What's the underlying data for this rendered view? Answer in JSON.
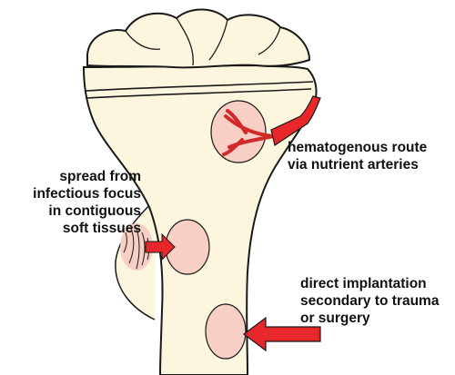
{
  "labels": {
    "hematogenous": [
      "hematogenous route",
      "via nutrient arteries"
    ],
    "contiguous": [
      "spread from",
      "infectious focus",
      "in contiguous",
      "soft tissues"
    ],
    "direct": [
      "direct implantation",
      "secondary to trauma",
      "or surgery"
    ]
  },
  "colors": {
    "bone_fill": "#fbf6dd",
    "lesion_fill": "#f7cfc5",
    "arrow_red": "#e8272a",
    "outline": "#1a1a1a"
  }
}
